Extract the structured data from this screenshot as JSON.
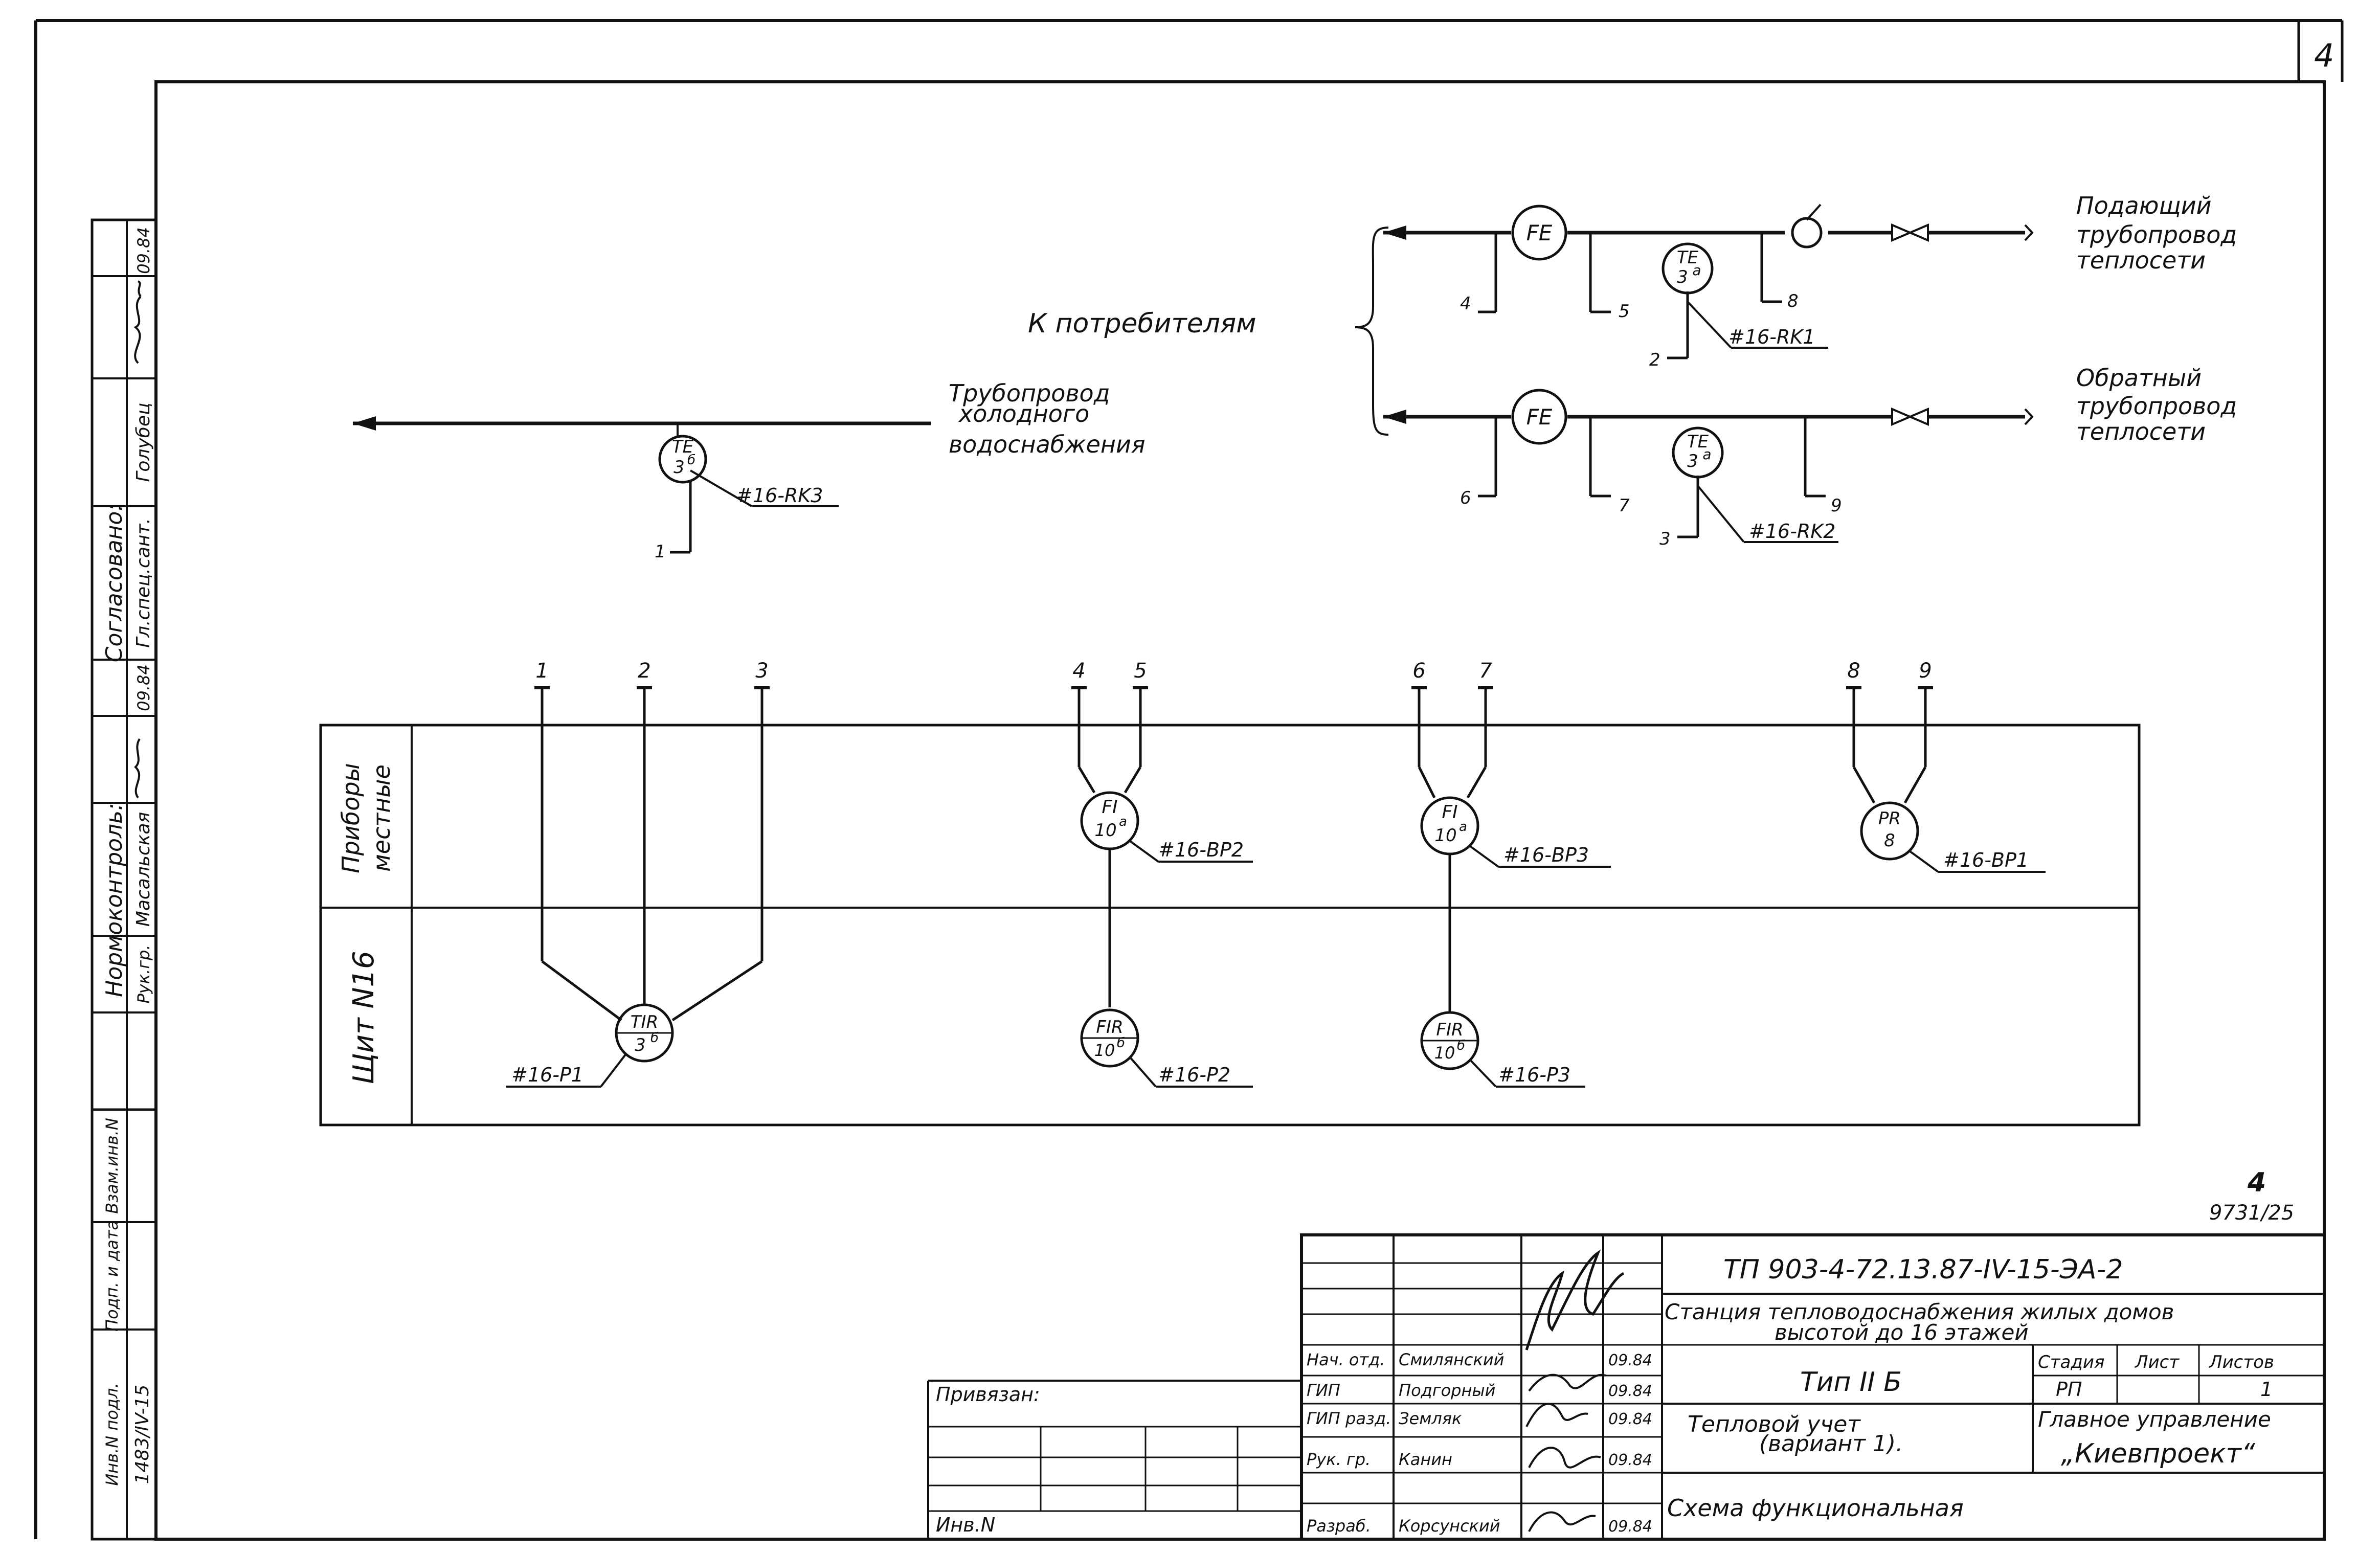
{
  "sheet": {
    "page_number": "4",
    "doc_code_small": "9731/25",
    "small_mark": "4"
  },
  "left_stamp": {
    "soglasovano": "Согласовано:",
    "gl_spec_sant": "Гл.спец.сант.",
    "golubets": "Голубец",
    "date1": "09.84",
    "normokontrol": "Нормоконтроль:",
    "masalskaya": "Масальская",
    "date2": "09.84",
    "ruk_gr": "Рук.гр.",
    "inv_podl": "Инв.N подл.",
    "inv_podl_value": "1483/IV-15",
    "podp_data": "Подп. и дата",
    "vzam_inv": "Взам.инв.N"
  },
  "diagram": {
    "to_consumers": "К потребителям",
    "cold_water": [
      "Трубопровод",
      "холодного",
      "водоснабжения"
    ],
    "supply_pipe": [
      "Подающий",
      "трубопровод",
      "теплосети"
    ],
    "return_pipe": [
      "Обратный",
      "трубопровод",
      "теплосети"
    ],
    "sensors": {
      "fe_supply": "FE",
      "fe_return": "FE",
      "te_supply_top": "TE",
      "te_supply_num": "3",
      "te_supply_sup": "а",
      "te_return_top": "TE",
      "te_return_num": "3",
      "te_return_sup": "а",
      "te_cold_top": "TE",
      "te_cold_num": "3",
      "te_cold_sup": "б"
    },
    "tags": {
      "rk1": "#16-RK1",
      "rk2": "#16-RK2",
      "rk3": "#16-RK3"
    },
    "tap_numbers": {
      "n1": "1",
      "n2": "2",
      "n3": "3",
      "n4": "4",
      "n5": "5",
      "n6": "6",
      "n7": "7",
      "n8": "8",
      "n9": "9"
    }
  },
  "panel": {
    "row_local": [
      "Приборы",
      "местные"
    ],
    "row_board": "Щит N16",
    "terminals": [
      "1",
      "2",
      "3",
      "4",
      "5",
      "6",
      "7",
      "8",
      "9"
    ],
    "instruments": {
      "fi1_top": "FI",
      "fi1_num": "10",
      "fi1_sup": "а",
      "fi2_top": "FI",
      "fi2_num": "10",
      "fi2_sup": "а",
      "pr_top": "PR",
      "pr_num": "8",
      "tir_top": "TIR",
      "tir_num": "3",
      "tir_sup": "б",
      "fir1_top": "FIR",
      "fir1_num": "10",
      "fir1_sup": "б",
      "fir2_top": "FIR",
      "fir2_num": "10",
      "fir2_sup": "б"
    },
    "tags": {
      "bp1": "#16-BP1",
      "bp2": "#16-BP2",
      "bp3": "#16-BP3",
      "p1": "#16-P1",
      "p2": "#16-P2",
      "p3": "#16-P3"
    }
  },
  "title_block": {
    "doc_code": "ТП 903-4-72.13.87-IV-15-ЭА-2",
    "project_title": [
      "Станция тепловодоснабжения жилых домов",
      "высотой до 16 этажей"
    ],
    "type": "Тип II Б",
    "sheet_title": [
      "Тепловой учет",
      "(вариант 1).",
      "Схема функциональная"
    ],
    "stage_header": "Стадия",
    "sheet_header": "Лист",
    "sheets_header": "Листов",
    "stage_value": "РП",
    "sheets_value": "1",
    "organization": [
      "Главное управление",
      "„Киевпроект“"
    ],
    "privyazan": "Привязан:",
    "inv_n": "Инв.N",
    "roles": [
      "Нач. отд.",
      "ГИП",
      "ГИП разд.",
      "Рук. гр.",
      "Разраб."
    ],
    "names": [
      "Смилянский",
      "Подгорный",
      "Земляк",
      "Канин",
      "Корсунский"
    ],
    "dates": [
      "09.84",
      "09.84",
      "09.84",
      "09.84",
      "09.84"
    ]
  }
}
